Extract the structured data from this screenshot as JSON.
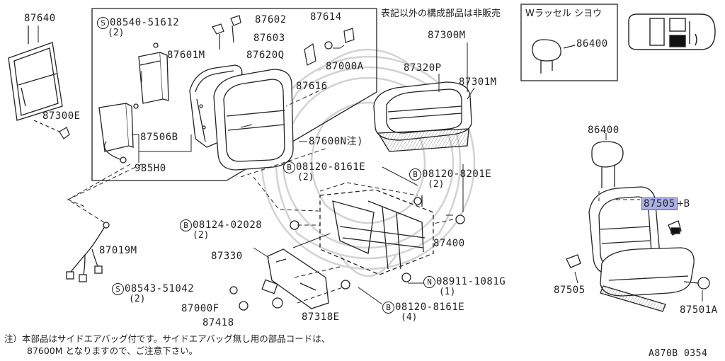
{
  "note_header": "表記以外の構成部品は非販売",
  "variant_box_label": "Wラッセル シヨウ",
  "footnote": {
    "line1": "注）本部品はサイドエアバッグ付です。サイドエアバッグ無し用の部品コードは、",
    "line2": "87600M となりますので、ご注意下さい。"
  },
  "figure_code": "A870B 0354",
  "parts": {
    "p87640": "87640",
    "p08540": "08540-51612",
    "q08540": "(2)",
    "p87602": "87602",
    "p87614": "87614",
    "p87603": "87603",
    "p87601M": "87601M",
    "p87620Q": "87620Q",
    "p87000A": "87000A",
    "p87616": "87616",
    "p87300M": "87300M",
    "p87320P": "87320P",
    "p87301M": "87301M",
    "p86400_box": "86400",
    "p87300E": "87300E",
    "p87506B": "87506B",
    "p985H0": "985H0",
    "p87600N": "87600N注)",
    "p08120a": "08120-8161E",
    "q08120a": "(2)",
    "p08120b": "08120-8201E",
    "q08120b": "(2)",
    "p86400": "86400",
    "p87505B_main": "87505",
    "p87505B_suffix": "+B",
    "p08124": "08124-02028",
    "q08124": "(2)",
    "p87019M": "87019M",
    "p87400": "87400",
    "p87330": "87330",
    "p08911": "08911-1081G",
    "q08911": "(1)",
    "p08543": "08543-51042",
    "q08543": "(2)",
    "p87000F": "87000F",
    "p87418": "87418",
    "p87318E": "87318E",
    "p08120c": "08120-8161E",
    "q08120c": "(4)",
    "p87505": "87505",
    "p87501A": "87501A"
  },
  "prefix": {
    "S": "S",
    "B": "B",
    "N": "N"
  },
  "colors": {
    "highlight": "#aab0e6",
    "line": "#222222",
    "watermark": "#c8c8c8"
  }
}
